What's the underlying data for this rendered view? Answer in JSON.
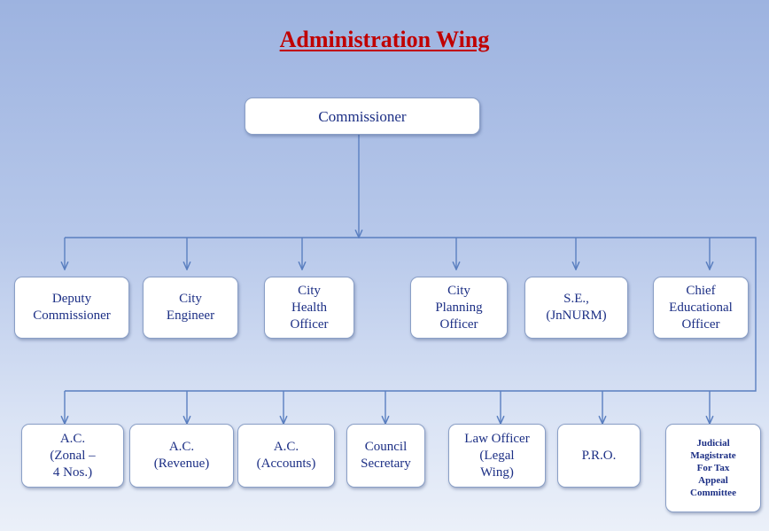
{
  "title": "Administration Wing",
  "root": {
    "label": "Commissioner"
  },
  "row1": [
    {
      "id": "deputy-commissioner",
      "label": "Deputy\nCommissioner"
    },
    {
      "id": "city-engineer",
      "label": "City\nEngineer"
    },
    {
      "id": "city-health-officer",
      "label": "City\nHealth\nOfficer"
    },
    {
      "id": "city-planning-officer",
      "label": "City\nPlanning\nOfficer"
    },
    {
      "id": "se-jnnurm",
      "label": "S.E.,\n(JnNURM)"
    },
    {
      "id": "chief-educational-officer",
      "label": "Chief\nEducational\nOfficer"
    }
  ],
  "row2": [
    {
      "id": "ac-zonal",
      "label": "A.C.\n(Zonal –\n4 Nos.)"
    },
    {
      "id": "ac-revenue",
      "label": "A.C.\n(Revenue)"
    },
    {
      "id": "ac-accounts",
      "label": "A.C.\n(Accounts)"
    },
    {
      "id": "council-secretary",
      "label": "Council\nSecretary"
    },
    {
      "id": "law-officer",
      "label": "Law Officer\n(Legal\nWing)"
    },
    {
      "id": "pro",
      "label": "P.R.O."
    },
    {
      "id": "judicial-magistrate",
      "label": "Judicial\nMagistrate\nFor Tax\nAppeal\nCommittee"
    }
  ],
  "colors": {
    "line": "#5a7fc0",
    "text": "#1c2f85",
    "title": "#c00000",
    "box_border": "#8a9fc6"
  }
}
